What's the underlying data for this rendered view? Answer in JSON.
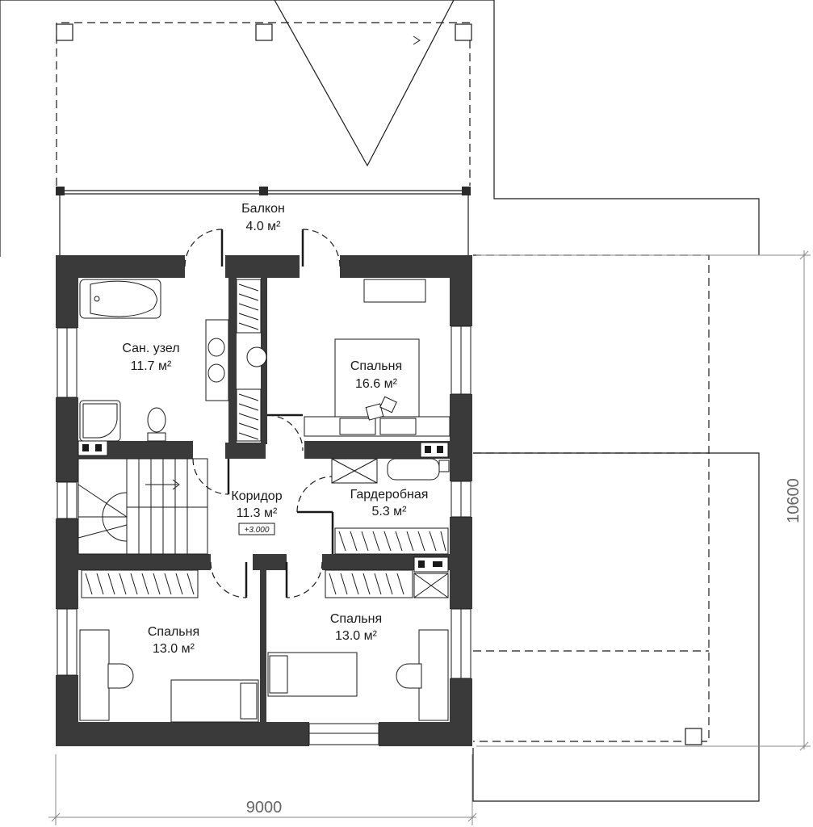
{
  "plan": {
    "rooms": {
      "balcony": {
        "name": "Балкон",
        "area": "4.0 м²"
      },
      "bathroom": {
        "name": "Сан. узел",
        "area": "11.7 м²"
      },
      "bedroom_ne": {
        "name": "Спальня",
        "area": "16.6 м²"
      },
      "corridor": {
        "name": "Коридор",
        "area": "11.3 м²",
        "level": "+3.000"
      },
      "wardrobe": {
        "name": "Гардеробная",
        "area": "5.3 м²"
      },
      "bedroom_sw": {
        "name": "Спальня",
        "area": "13.0 м²"
      },
      "bedroom_se": {
        "name": "Спальня",
        "area": "13.0 м²"
      }
    },
    "dimensions": {
      "width": "9000",
      "depth": "10600"
    }
  },
  "colors": {
    "wall": "#3a3a3a",
    "line": "#1a1a1a",
    "dim": "#777777"
  }
}
